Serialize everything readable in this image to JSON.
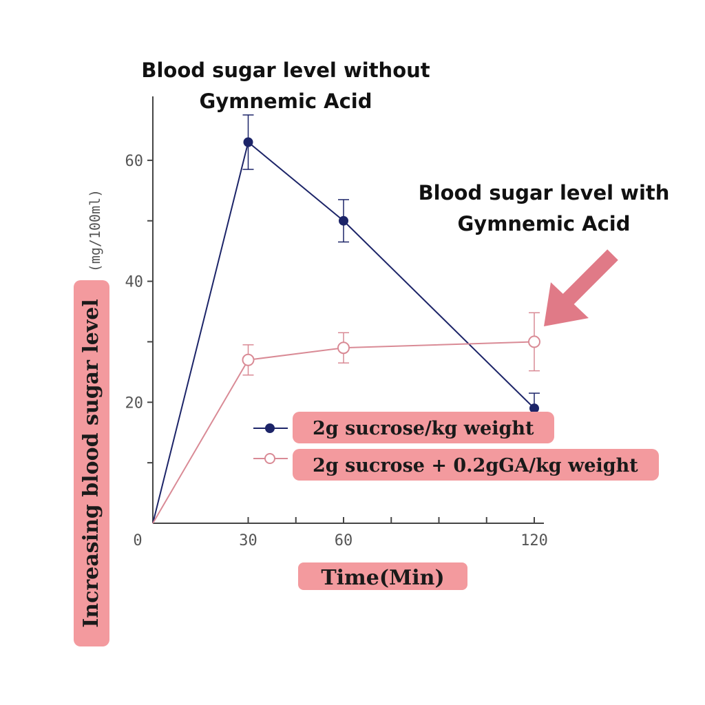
{
  "chart_data": {
    "type": "line",
    "x": [
      0,
      30,
      60,
      120
    ],
    "xlim": [
      0,
      120
    ],
    "ylim": [
      0,
      70
    ],
    "xticks": [
      0,
      30,
      60,
      120
    ],
    "yticks": [
      20,
      40,
      60
    ],
    "xlabel": "Time(Min)",
    "ylabel": "Increasing blood sugar level",
    "yunit": "(mg/100ml)",
    "grid": false,
    "legend_position": "center-right",
    "series": [
      {
        "name": "2g sucrose/kg weight",
        "values": [
          0,
          63,
          50,
          19
        ],
        "errors": [
          0,
          4.5,
          3.5,
          2.5
        ],
        "color": "#1c2468",
        "marker": "filled-circle"
      },
      {
        "name": "2g sucrose + 0.2gGA/kg weight",
        "values": [
          0,
          27,
          29,
          30
        ],
        "errors": [
          0,
          2.5,
          2.5,
          4.8
        ],
        "color": "#d98a95",
        "marker": "open-circle"
      }
    ],
    "annotations": [
      {
        "text_lines": [
          "Blood sugar level without",
          "Gymnemic Acid"
        ]
      },
      {
        "text_lines": [
          "Blood sugar level with",
          "Gymnemic Acid"
        ]
      }
    ],
    "label_color": "#f39a9e"
  }
}
